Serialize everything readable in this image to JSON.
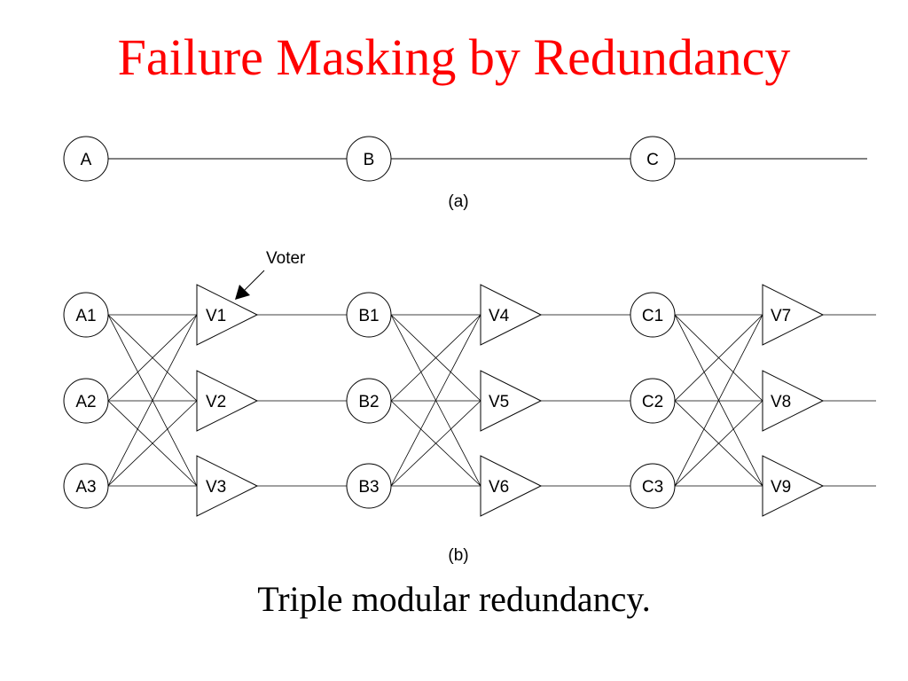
{
  "slide": {
    "title": "Failure Masking by Redundancy",
    "caption": "Triple modular redundancy."
  },
  "figure_a": {
    "label": "(a)",
    "nodes": [
      "A",
      "B",
      "C"
    ]
  },
  "figure_b": {
    "label": "(b)",
    "annotation": "Voter",
    "stages": [
      {
        "modules": [
          "A1",
          "A2",
          "A3"
        ],
        "voters": [
          "V1",
          "V2",
          "V3"
        ]
      },
      {
        "modules": [
          "B1",
          "B2",
          "B3"
        ],
        "voters": [
          "V4",
          "V5",
          "V6"
        ]
      },
      {
        "modules": [
          "C1",
          "C2",
          "C3"
        ],
        "voters": [
          "V7",
          "V8",
          "V9"
        ]
      }
    ]
  }
}
